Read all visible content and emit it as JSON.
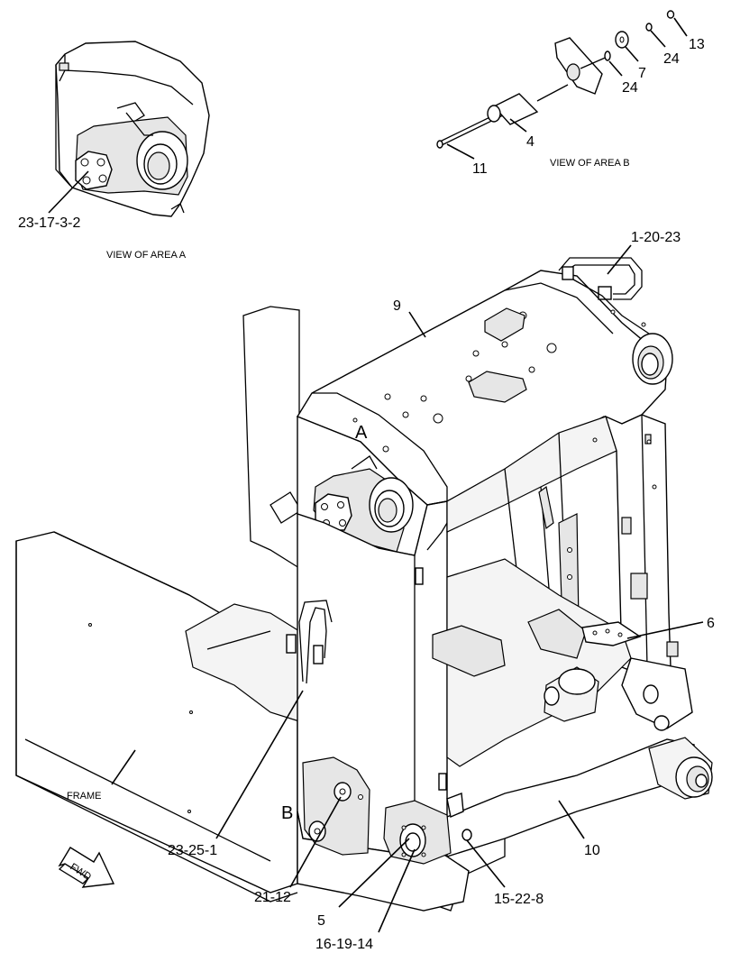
{
  "views": {
    "area_a": "VIEW OF AREA A",
    "area_b": "VIEW OF AREA B"
  },
  "area_markers": {
    "a": "A",
    "b": "B"
  },
  "frame_label": "FRAME",
  "fwd_label": "FWD",
  "callouts": {
    "c_23_17_3_2": "23-17-3-2",
    "c_13": "13",
    "c_24_top": "24",
    "c_7": "7",
    "c_24_mid": "24",
    "c_4": "4",
    "c_11": "11",
    "c_1_20_23": "1-20-23",
    "c_9": "9",
    "c_6": "6",
    "c_10": "10",
    "c_23_25_1": "23-25-1",
    "c_21_12": "21-12",
    "c_5": "5",
    "c_16_19_14": "16-19-14",
    "c_15_22_8": "15-22-8"
  }
}
